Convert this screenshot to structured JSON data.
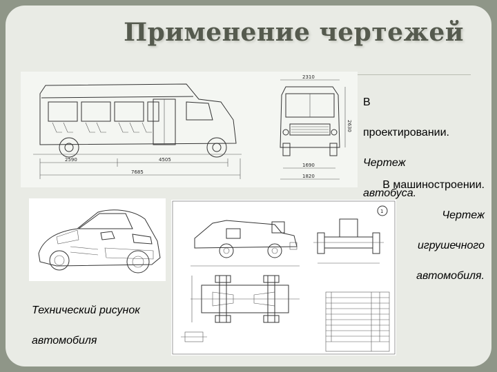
{
  "title": "Применение чертежей",
  "bus_text": {
    "line1": "В",
    "line2": "проектировании.",
    "line3": "Чертеж",
    "line4": "автобуса."
  },
  "machine_text": {
    "line1": "В машиностроении.",
    "line2": "Чертеж",
    "line3": "игрушечного",
    "line4": "автомобиля."
  },
  "car_text": {
    "line1": "Технический рисунок",
    "line2": "автомобиля"
  },
  "bus_dims": {
    "d_width": "2310",
    "d_2590": "2590",
    "d_4505": "4505",
    "d_7685": "7685",
    "d_1690": "1690",
    "d_1820": "1820",
    "d_2630": "2630"
  },
  "toy_label": "1"
}
